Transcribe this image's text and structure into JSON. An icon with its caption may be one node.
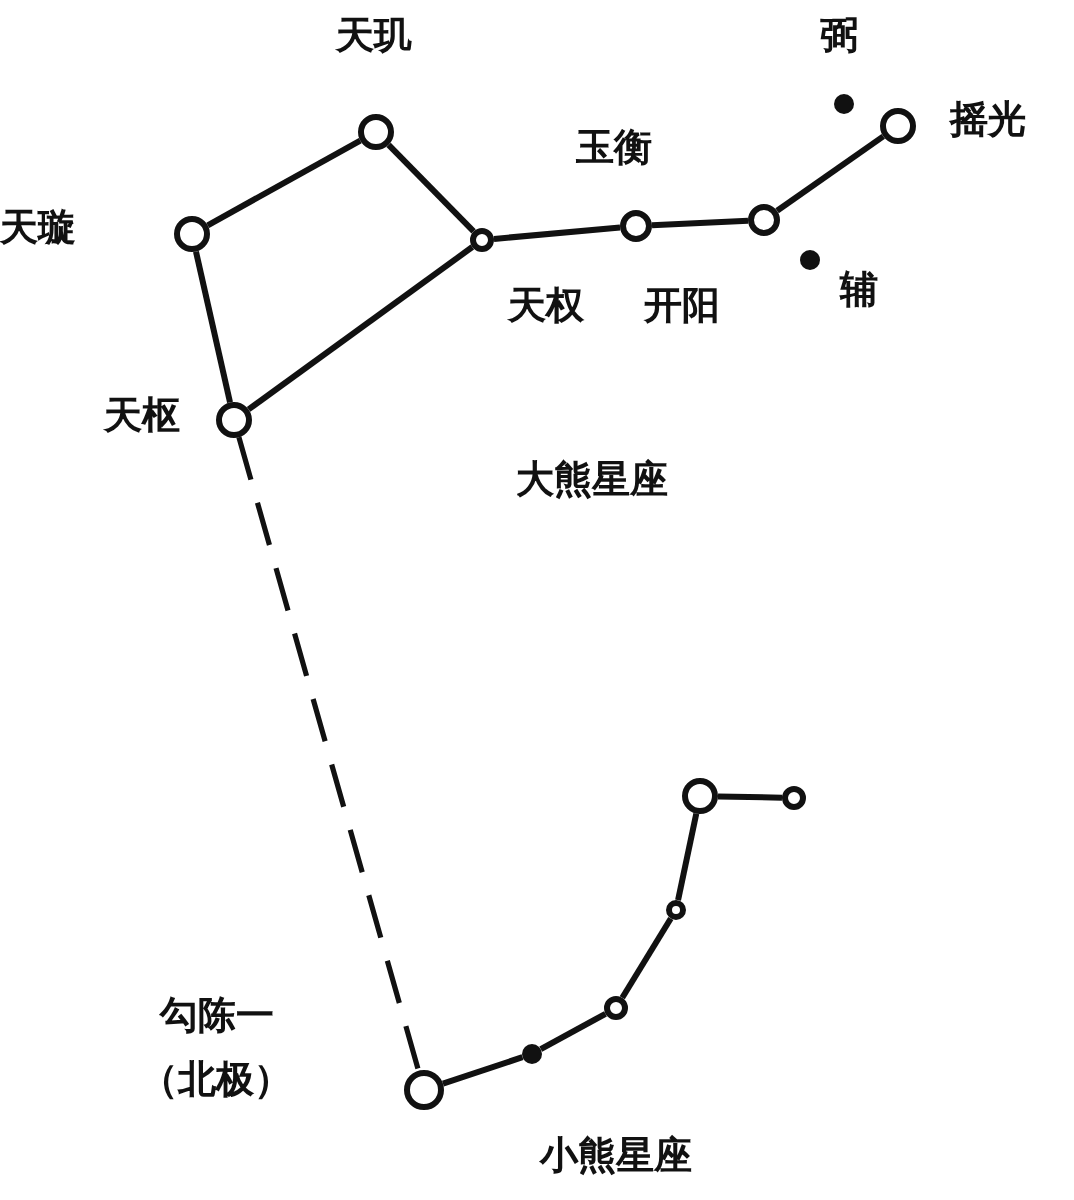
{
  "diagram": {
    "nodes": [
      {
        "text": [],
        "shape": "circle",
        "beside": [
          "天枢"
        ]
      },
      {
        "text": [],
        "shape": "circle",
        "beside": [
          "天璇"
        ]
      },
      {
        "text": [],
        "shape": "circle",
        "beside": [
          "天玑"
        ]
      },
      {
        "text": [],
        "shape": "circle",
        "beside": [
          "天权"
        ]
      },
      {
        "text": [],
        "shape": "circle",
        "beside": [
          "玉衡"
        ]
      },
      {
        "text": [],
        "shape": "circle",
        "beside": [
          "开阳"
        ]
      },
      {
        "text": [],
        "shape": "circle",
        "beside": [
          "摇光"
        ]
      },
      {
        "text": [],
        "shape": "dot",
        "beside": [
          "弼"
        ]
      },
      {
        "text": [],
        "shape": "dot",
        "beside": [
          "辅"
        ]
      },
      {
        "text": [],
        "shape": "circle",
        "beside": [
          "勾陈一",
          "（北极）"
        ]
      },
      {
        "text": [],
        "shape": "dot"
      },
      {
        "text": [],
        "shape": "circle"
      },
      {
        "text": [],
        "shape": "circle"
      },
      {
        "text": [],
        "shape": "circle"
      },
      {
        "text": [],
        "shape": "circle"
      }
    ],
    "edges": [
      {
        "from": 0,
        "to": 1,
        "arrow": "none"
      },
      {
        "from": 1,
        "to": 2,
        "arrow": "none"
      },
      {
        "from": 2,
        "to": 3,
        "arrow": "none"
      },
      {
        "from": 3,
        "to": 0,
        "arrow": "none"
      },
      {
        "from": 3,
        "to": 4,
        "arrow": "none"
      },
      {
        "from": 4,
        "to": 5,
        "arrow": "none"
      },
      {
        "from": 5,
        "to": 6,
        "arrow": "none"
      },
      {
        "from": 0,
        "to": 9,
        "arrow": "none",
        "style": "dashed"
      },
      {
        "from": 9,
        "to": 10,
        "arrow": "none"
      },
      {
        "from": 10,
        "to": 11,
        "arrow": "none"
      },
      {
        "from": 11,
        "to": 12,
        "arrow": "none"
      },
      {
        "from": 12,
        "to": 13,
        "arrow": "none"
      },
      {
        "from": 13,
        "to": 14,
        "arrow": "none"
      }
    ],
    "labels": [
      "大熊星座",
      "小熊星座"
    ]
  }
}
